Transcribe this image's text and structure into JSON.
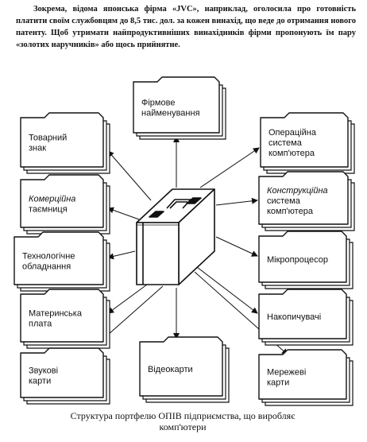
{
  "intro_text": "Зокрема, відома японська фірма «JVC», наприклад, оголосила про готовність платити своїм службовцям до 8,5 тис. дол. за кожен винахід, що веде до отримання нового патенту. Щоб утримати найпродуктивніших винахідників фірми пропонують їм пару «золотих наручників» або щось прийнятне.",
  "caption": "Структура портфелю ОПІВ підприємства, що виробляє комп'ютери",
  "folders": [
    {
      "id": "firm-name",
      "lines": [
        "Фірмове",
        "найменування"
      ],
      "italic_first": false
    },
    {
      "id": "trademark",
      "lines": [
        "Товарний",
        "знак"
      ],
      "italic_first": false
    },
    {
      "id": "os",
      "lines": [
        "Операційна",
        "система",
        "комп'ютера"
      ],
      "italic_first": false
    },
    {
      "id": "trade-secret",
      "lines": [
        "Комерційна",
        "таємниця"
      ],
      "italic_first": true
    },
    {
      "id": "design",
      "lines": [
        "Конструкційна",
        "система",
        "комп'ютера"
      ],
      "italic_first": true
    },
    {
      "id": "tech-equipment",
      "lines": [
        "Технологічне",
        "обладнання"
      ],
      "italic_first": false
    },
    {
      "id": "microprocessor",
      "lines": [
        "Мікропроцесор"
      ],
      "italic_first": false
    },
    {
      "id": "motherboard",
      "lines": [
        "Материнська",
        "плата"
      ],
      "italic_first": false
    },
    {
      "id": "storage",
      "lines": [
        "Накопичувачі"
      ],
      "italic_first": false
    },
    {
      "id": "sound-cards",
      "lines": [
        "Звукові",
        "карти"
      ],
      "italic_first": false
    },
    {
      "id": "video-cards",
      "lines": [
        "Відеокарти"
      ],
      "italic_first": false
    },
    {
      "id": "network-cards",
      "lines": [
        "Мережеві",
        "карти"
      ],
      "italic_first": false
    }
  ]
}
